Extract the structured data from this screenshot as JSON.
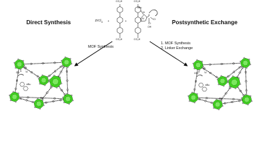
{
  "panels": {
    "left_title": "Direct Synthesis",
    "right_title": "Postsynthetic Exchange"
  },
  "arrows": {
    "left_label": "MOF Synthesis",
    "right_step1": "1. MOF Synthesis",
    "right_step2": "2. Linker Exchange"
  },
  "reagents": {
    "metal_salt": "ZrCl",
    "metal_salt_sub": "4",
    "plus": "+",
    "linker_acid_top": "CO₂H",
    "linker_acid_bottom": "CO₂H",
    "catalyst_acid_top": "CO₂H",
    "catalyst_acid_bottom": "CO₂H",
    "catalyst_nbu": "nBu",
    "catalyst_n": "N",
    "catalyst_n2": "N",
    "catalyst_ir": "Ir",
    "catalyst_cl1": "Cl",
    "catalyst_cl2": "Cl",
    "catalyst_oh": "OH"
  },
  "mof_labels": {
    "left_ho": "HO",
    "left_ir": "Ir",
    "left_cl": "Cl",
    "left_n": "N",
    "left_nbu": "nBu",
    "right_ho": "HO",
    "right_ir": "Ir",
    "right_cl": "Cl",
    "right_n": "N",
    "right_nbu": "nBu"
  },
  "colors": {
    "cluster_fill": "#3fd11f",
    "cluster_edge": "#1a6e0a",
    "node_grey": "#8a8a8a",
    "linker_black": "#1a1a1a",
    "arrow": "#000000"
  }
}
